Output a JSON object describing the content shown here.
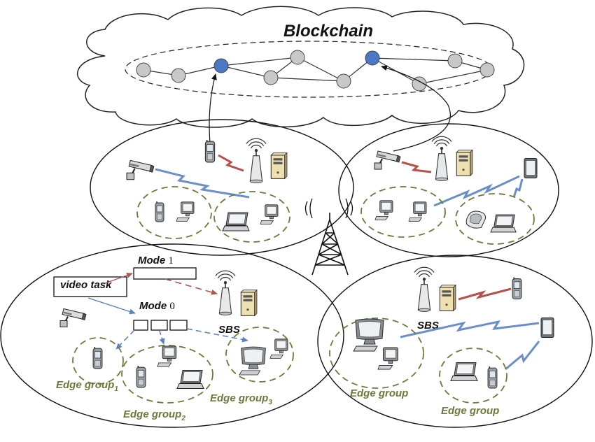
{
  "title": "Blockchain",
  "colors": {
    "chain_node": "#c8c8c8",
    "chain_node_highlight": "#4a78c4",
    "blue_link": "#6a8fc8",
    "red_link": "#b5504a",
    "edge_group": "#6b7a3a",
    "mode_arrow_red": "#a65a52",
    "mode_arrow_blue": "#5b82c0"
  },
  "task": {
    "label": "video task"
  },
  "modes": [
    {
      "name": "Mode",
      "num": "1"
    },
    {
      "name": "Mode",
      "num": "0"
    }
  ],
  "sbs_labels": [
    "SBS",
    "SBS"
  ],
  "edge_groups": [
    {
      "name": "Edge group",
      "sub": "1"
    },
    {
      "name": "Edge group",
      "sub": "2"
    },
    {
      "name": "Edge group",
      "sub": "3"
    },
    {
      "name": "Edge group",
      "sub": ""
    },
    {
      "name": "Edge group",
      "sub": ""
    }
  ],
  "icons": [
    "cloud-icon",
    "cell-tower-icon",
    "base-station-icon",
    "server-icon",
    "cctv-camera-icon",
    "phone-icon",
    "laptop-icon",
    "desktop-computer-icon",
    "tablet-icon",
    "wireless-signal-icon"
  ]
}
